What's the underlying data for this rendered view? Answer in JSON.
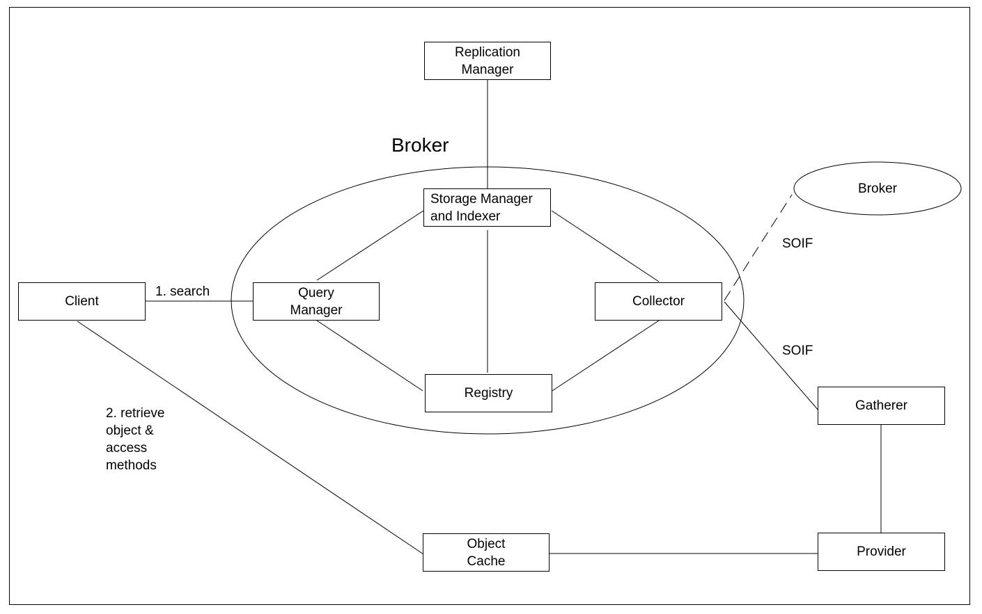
{
  "title": "Broker",
  "nodes": {
    "replication_manager": "Replication\nManager",
    "storage_manager": "Storage Manager\nand Indexer",
    "query_manager": "Query\nManager",
    "collector": "Collector",
    "registry": "Registry",
    "client": "Client",
    "remote_broker": "Broker",
    "gatherer": "Gatherer",
    "object_cache": "Object\nCache",
    "provider": "Provider"
  },
  "edge_labels": {
    "search": "1. search",
    "retrieve": "2. retrieve\n    object &\n    access\n    methods",
    "soif_broker": "SOIF",
    "soif_gatherer": "SOIF"
  },
  "colors": {
    "line": "#000000",
    "background": "#ffffff"
  }
}
